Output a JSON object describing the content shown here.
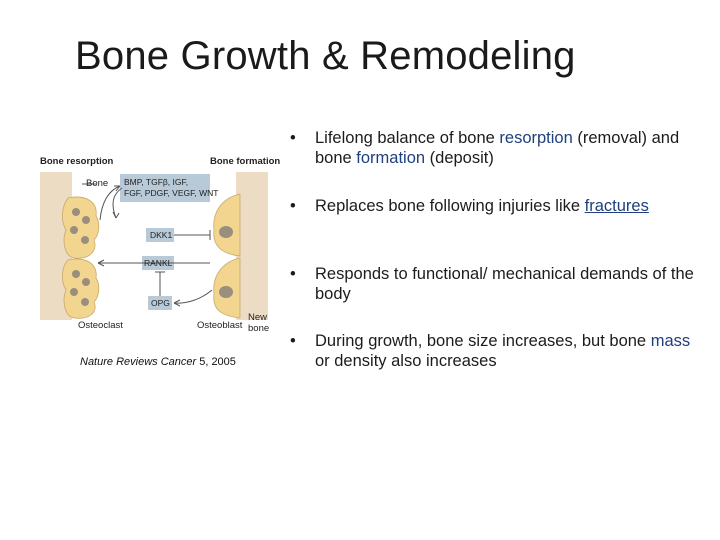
{
  "slide": {
    "title": "Bone Growth & Remodeling"
  },
  "figure": {
    "label_resorption": "Bone resorption",
    "label_formation": "Bone formation",
    "label_bone": "Bone",
    "factors_line1": "BMP, TGFβ, IGF,",
    "factors_line2": "FGF, PDGF, VEGF, WNT",
    "label_dkk1": "DKK1",
    "label_rankl": "RANKL",
    "label_opg": "OPG",
    "label_osteoclast_left": "Osteoclast",
    "label_osteoblast": "Osteoblast",
    "label_new": "New",
    "label_bone2": "bone",
    "caption_journal": "Nature Reviews Cancer",
    "caption_ref": " 5, 2005",
    "colors": {
      "panel": "#ecdcc4",
      "cell": "#f2d58e",
      "nucleus": "#9a8f7e",
      "box": "#b8c9d8",
      "arrow": "#555555"
    }
  },
  "bullets": [
    {
      "pre": "Lifelong balance of bone ",
      "hl1": "resorption",
      "mid": " (removal) and bone ",
      "hl2": "formation",
      "post": " (deposit)"
    },
    {
      "pre": "Replaces bone following injuries like ",
      "link": "fractures"
    },
    {
      "text": "Responds to functional/  mechanical demands of the body"
    },
    {
      "pre": "During growth, bone size increases, but bone ",
      "hl": "mass",
      "post": " or density also increases"
    }
  ],
  "bullet_char": "•"
}
